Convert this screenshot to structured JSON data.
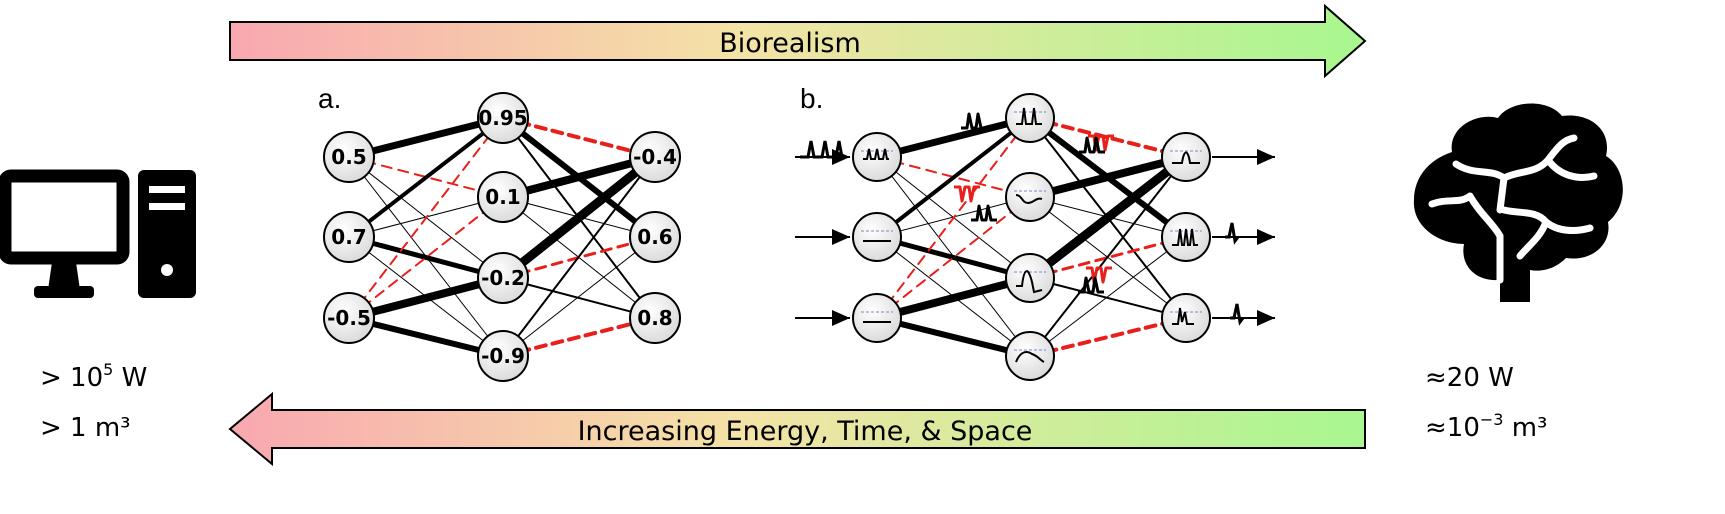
{
  "top_arrow": {
    "label": "Biorealism",
    "gradient": [
      "#f9a8b0",
      "#f4e3a6",
      "#a8f78f"
    ]
  },
  "bottom_arrow": {
    "label": "Increasing Energy, Time, & Space",
    "gradient": [
      "#f9a8b0",
      "#f4e3a6",
      "#a8f78f"
    ]
  },
  "computer": {
    "icon": "desktop-computer-icon",
    "power_prefix": "> 10",
    "power_exp": "5",
    "power_unit": " W",
    "volume": "> 1 m³"
  },
  "brain": {
    "icon": "brain-icon",
    "power": "≈20 W",
    "volume_prefix": "≈10",
    "volume_exp": "−3",
    "volume_unit": " m³"
  },
  "panel_a": {
    "label": "a.",
    "layers": [
      [
        "0.5",
        "0.7",
        "-0.5"
      ],
      [
        "0.95",
        "0.1",
        "-0.2",
        "-0.9"
      ],
      [
        "-0.4",
        "0.6",
        "0.8"
      ]
    ]
  },
  "panel_b": {
    "label": "b."
  },
  "colors": {
    "excitatory": "#000000",
    "inhibitory": "#e8201c",
    "node_fill": "#eeeeee"
  }
}
